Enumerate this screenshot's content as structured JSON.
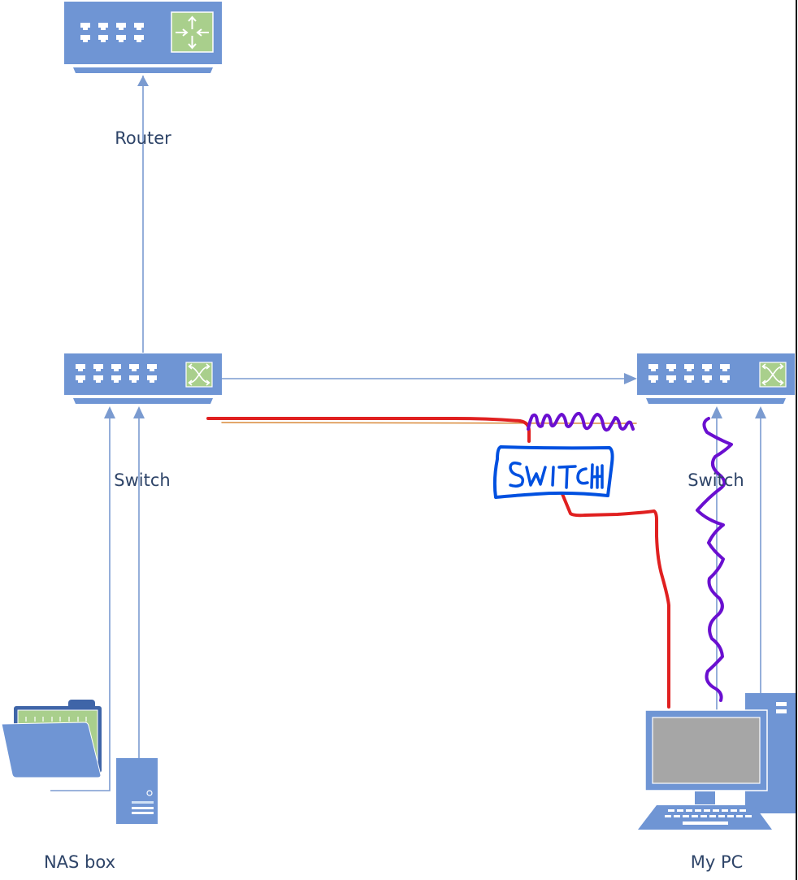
{
  "diagram": {
    "type": "network-topology",
    "nodes": [
      {
        "id": "router",
        "kind": "router",
        "label": "Router"
      },
      {
        "id": "switch-left",
        "kind": "switch",
        "label": "Switch"
      },
      {
        "id": "switch-right",
        "kind": "switch",
        "label": "Switch"
      },
      {
        "id": "nas",
        "kind": "nas-server",
        "label": "NAS box"
      },
      {
        "id": "pc",
        "kind": "desktop-pc",
        "label": "My PC"
      }
    ],
    "edges": [
      {
        "from": "switch-left",
        "to": "router",
        "style": "arrow"
      },
      {
        "from": "switch-left",
        "to": "switch-right",
        "style": "arrow"
      },
      {
        "from": "nas",
        "to": "switch-left",
        "style": "arrow",
        "count": 2
      },
      {
        "from": "pc",
        "to": "switch-right",
        "style": "arrow",
        "count": 2
      }
    ],
    "annotations": [
      {
        "id": "handdrawn-switch",
        "kind": "handwritten-box",
        "text": "SWITCH",
        "color": "#0050e0"
      },
      {
        "id": "red-cable",
        "kind": "freehand-line",
        "color": "#e02020",
        "from": "switch-left",
        "via": "handdrawn-switch",
        "to": "pc"
      },
      {
        "id": "purple-wave-horizontal",
        "kind": "squiggle",
        "color": "#6a0fd0",
        "near": "handdrawn-switch"
      },
      {
        "id": "purple-wave-vertical",
        "kind": "squiggle",
        "color": "#6a0fd0",
        "from": "pc",
        "to": "switch-right"
      }
    ]
  },
  "colors": {
    "device_blue": "#6f95d4",
    "device_dark": "#3f65a8",
    "port_green": "#a9cf8c",
    "connector": "#7b9bd0",
    "label_text": "#2e4468",
    "screen_gray": "#a6a6a6",
    "annotation_red": "#e02020",
    "annotation_blue": "#0050e0",
    "annotation_purple": "#6a0fd0",
    "thin_orange": "#d98a3a"
  }
}
